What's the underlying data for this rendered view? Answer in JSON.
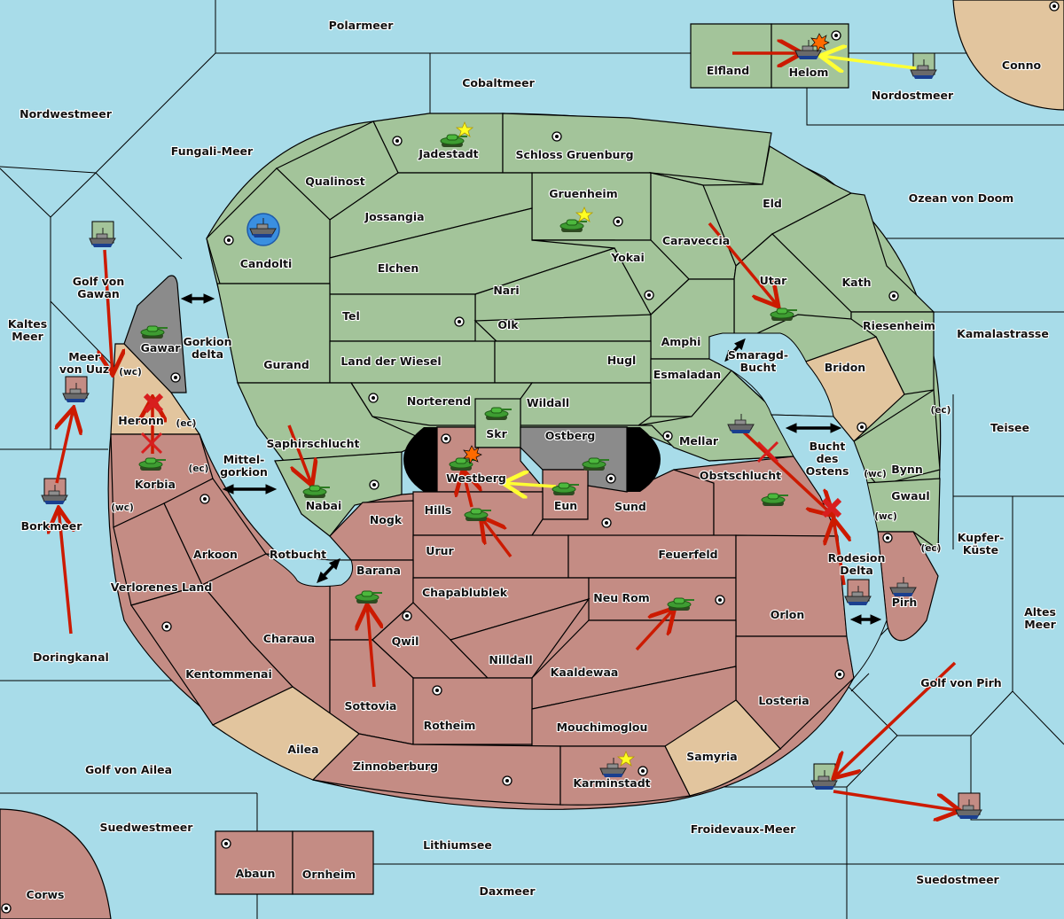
{
  "title": "Diplomacy-style game map",
  "colors": {
    "sea": "#a8dce9",
    "green": "#a3c49a",
    "red": "#c48c84",
    "neutral": "#e2c59e",
    "gray": "#8b8b8b",
    "order_move": "#cc1a00",
    "order_support": "#ffff33",
    "star": "#ffff22"
  },
  "territories": [
    {
      "name": "Polarmeer",
      "type": "sea"
    },
    {
      "name": "Cobaltmeer",
      "type": "sea"
    },
    {
      "name": "Nordwestmeer",
      "type": "sea"
    },
    {
      "name": "Fungali-Meer",
      "type": "sea"
    },
    {
      "name": "Nordostmeer",
      "type": "sea"
    },
    {
      "name": "Ozean von Doom",
      "type": "sea"
    },
    {
      "name": "Kamalastrasse",
      "type": "sea"
    },
    {
      "name": "Teisee",
      "type": "sea"
    },
    {
      "name": "Kupfer-Küste",
      "type": "sea"
    },
    {
      "name": "Altes Meer",
      "type": "sea"
    },
    {
      "name": "Golf von Pirh",
      "type": "sea"
    },
    {
      "name": "Suedostmeer",
      "type": "sea"
    },
    {
      "name": "Froidevaux-Meer",
      "type": "sea"
    },
    {
      "name": "Daxmeer",
      "type": "sea"
    },
    {
      "name": "Lithiumsee",
      "type": "sea"
    },
    {
      "name": "Suedwestmeer",
      "type": "sea"
    },
    {
      "name": "Golf von Ailea",
      "type": "sea"
    },
    {
      "name": "Doringkanal",
      "type": "sea"
    },
    {
      "name": "Borkmeer",
      "type": "sea"
    },
    {
      "name": "Kaltes Meer",
      "type": "sea"
    },
    {
      "name": "Meer von Uuz",
      "type": "sea"
    },
    {
      "name": "Golf von Gawan",
      "type": "sea"
    },
    {
      "name": "Gorkion delta",
      "type": "sea"
    },
    {
      "name": "Mittel-gorkion",
      "type": "sea"
    },
    {
      "name": "Rotbucht",
      "type": "sea"
    },
    {
      "name": "Smaragd-Bucht",
      "type": "sea"
    },
    {
      "name": "Bucht des Ostens",
      "type": "sea"
    },
    {
      "name": "Rodesion Delta",
      "type": "sea"
    },
    {
      "name": "Elfland",
      "type": "green"
    },
    {
      "name": "Helom",
      "type": "green"
    },
    {
      "name": "Conno",
      "type": "neutral"
    },
    {
      "name": "Jadestadt",
      "type": "green"
    },
    {
      "name": "Schloss Gruenburg",
      "type": "green"
    },
    {
      "name": "Qualinost",
      "type": "green"
    },
    {
      "name": "Gruenheim",
      "type": "green"
    },
    {
      "name": "Jossangia",
      "type": "green"
    },
    {
      "name": "Eld",
      "type": "green"
    },
    {
      "name": "Candolti",
      "type": "green"
    },
    {
      "name": "Caraveccia",
      "type": "green"
    },
    {
      "name": "Elchen",
      "type": "green"
    },
    {
      "name": "Yokai",
      "type": "green"
    },
    {
      "name": "Kath",
      "type": "green"
    },
    {
      "name": "Utar",
      "type": "green"
    },
    {
      "name": "Nari",
      "type": "green"
    },
    {
      "name": "Tel",
      "type": "green"
    },
    {
      "name": "Olk",
      "type": "green"
    },
    {
      "name": "Riesenheim",
      "type": "green"
    },
    {
      "name": "Amphi",
      "type": "green"
    },
    {
      "name": "Gurand",
      "type": "green"
    },
    {
      "name": "Land der Wiesel",
      "type": "green"
    },
    {
      "name": "Hugl",
      "type": "green"
    },
    {
      "name": "Bridon",
      "type": "neutral"
    },
    {
      "name": "Esmaladan",
      "type": "green"
    },
    {
      "name": "Norterend",
      "type": "green"
    },
    {
      "name": "Wildall",
      "type": "green"
    },
    {
      "name": "Skr",
      "type": "green"
    },
    {
      "name": "Mellar",
      "type": "green"
    },
    {
      "name": "Bynn",
      "type": "green"
    },
    {
      "name": "Gwaul",
      "type": "green"
    },
    {
      "name": "Saphirschlucht",
      "type": "green"
    },
    {
      "name": "Nabai",
      "type": "green"
    },
    {
      "name": "Gawar",
      "type": "gray"
    },
    {
      "name": "Heronn",
      "type": "neutral"
    },
    {
      "name": "Korbia",
      "type": "red"
    },
    {
      "name": "Westberg",
      "type": "red"
    },
    {
      "name": "Ostberg",
      "type": "gray"
    },
    {
      "name": "Eun",
      "type": "red"
    },
    {
      "name": "Hills",
      "type": "red"
    },
    {
      "name": "Sund",
      "type": "red"
    },
    {
      "name": "Obstschlucht",
      "type": "red"
    },
    {
      "name": "Nogk",
      "type": "red"
    },
    {
      "name": "Arkoon",
      "type": "red"
    },
    {
      "name": "Verlorenes Land",
      "type": "red"
    },
    {
      "name": "Urur",
      "type": "red"
    },
    {
      "name": "Feuerfeld",
      "type": "red"
    },
    {
      "name": "Barana",
      "type": "red"
    },
    {
      "name": "Chapablublek",
      "type": "red"
    },
    {
      "name": "Neu Rom",
      "type": "red"
    },
    {
      "name": "Orlon",
      "type": "red"
    },
    {
      "name": "Pirh",
      "type": "red"
    },
    {
      "name": "Qwil",
      "type": "red"
    },
    {
      "name": "Charaua",
      "type": "red"
    },
    {
      "name": "Nilldall",
      "type": "red"
    },
    {
      "name": "Kaaldewaa",
      "type": "red"
    },
    {
      "name": "Kentommenai",
      "type": "red"
    },
    {
      "name": "Sottovia",
      "type": "red"
    },
    {
      "name": "Losteria",
      "type": "red"
    },
    {
      "name": "Rotheim",
      "type": "red"
    },
    {
      "name": "Mouchimoglou",
      "type": "red"
    },
    {
      "name": "Ailea",
      "type": "neutral"
    },
    {
      "name": "Samyria",
      "type": "neutral"
    },
    {
      "name": "Zinnoberburg",
      "type": "red"
    },
    {
      "name": "Karminstadt",
      "type": "red"
    },
    {
      "name": "Abaun",
      "type": "red"
    },
    {
      "name": "Ornheim",
      "type": "red"
    },
    {
      "name": "Corws",
      "type": "red"
    }
  ],
  "coast_labels": [
    "(wc)",
    "(ec)",
    "(ec)",
    "(wc)",
    "(ec)",
    "(wc)",
    "(wc)",
    "(ec)"
  ],
  "units": [
    {
      "type": "army",
      "owner": "green",
      "at": "Jadestadt",
      "star": true
    },
    {
      "type": "army",
      "owner": "green",
      "at": "Gruenheim",
      "star": true
    },
    {
      "type": "fleet",
      "owner": "green",
      "at": "Candolti",
      "highlight": true
    },
    {
      "type": "fleet",
      "owner": "green",
      "at": "Helom",
      "dislodged": true
    },
    {
      "type": "fleet",
      "owner": "green",
      "at": "Nordostmeer"
    },
    {
      "type": "fleet",
      "owner": "green",
      "at": "Golf von Gawan"
    },
    {
      "type": "army",
      "owner": "gray",
      "at": "Gawar"
    },
    {
      "type": "fleet",
      "owner": "red",
      "at": "Meer von Uuz"
    },
    {
      "type": "fleet",
      "owner": "red",
      "at": "Borkmeer"
    },
    {
      "type": "army",
      "owner": "red",
      "at": "Korbia"
    },
    {
      "type": "army",
      "owner": "green",
      "at": "Utar"
    },
    {
      "type": "army",
      "owner": "green",
      "at": "Nabai"
    },
    {
      "type": "army",
      "owner": "green",
      "at": "Skr"
    },
    {
      "type": "army",
      "owner": "red",
      "at": "Westberg",
      "dislodged": true
    },
    {
      "type": "army",
      "owner": "gray",
      "at": "Ostberg"
    },
    {
      "type": "army",
      "owner": "red",
      "at": "Eun"
    },
    {
      "type": "army",
      "owner": "red",
      "at": "Hills"
    },
    {
      "type": "fleet",
      "owner": "green",
      "at": "Mellar"
    },
    {
      "type": "army",
      "owner": "red",
      "at": "Obstschlucht"
    },
    {
      "type": "fleet",
      "owner": "red",
      "at": "Rodesion Delta"
    },
    {
      "type": "fleet",
      "owner": "red",
      "at": "Pirh"
    },
    {
      "type": "army",
      "owner": "red",
      "at": "Barana"
    },
    {
      "type": "army",
      "owner": "red",
      "at": "Neu Rom"
    },
    {
      "type": "fleet",
      "owner": "red",
      "at": "Karminstadt",
      "star": true
    },
    {
      "type": "fleet",
      "owner": "green",
      "at": "Froidevaux-Meer"
    },
    {
      "type": "fleet",
      "owner": "red",
      "at": "Suedostmeer"
    }
  ],
  "legend_symbols": {
    "army": "tank-icon",
    "fleet": "ship-icon",
    "supply_center": "supply-center-icon",
    "built": "star-icon",
    "dislodged": "explosion-icon",
    "failed": "x-mark-icon",
    "canal": "double-arrow-icon"
  }
}
